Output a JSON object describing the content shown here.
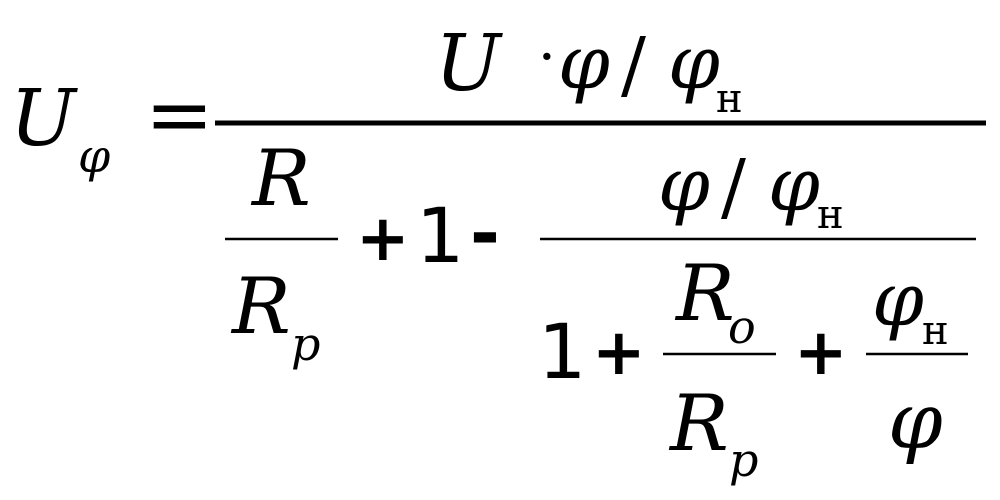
{
  "formula": {
    "lhs": {
      "symbol": "U",
      "subscript": "φ",
      "equals": "="
    },
    "numerator": {
      "U": "U",
      "dot": "·",
      "phi": "φ",
      "slash": "/",
      "phi_n": "φ",
      "phi_n_sub": "н"
    },
    "denominator": {
      "frac1": {
        "num": "R",
        "den": "R",
        "den_sub": "p"
      },
      "plus1": "+",
      "one1": "1",
      "minus": "-",
      "big_frac": {
        "num": {
          "phi": "φ",
          "slash": "/",
          "phi_n": "φ",
          "phi_n_sub": "н"
        },
        "den": {
          "one": "1",
          "plus_a": "+",
          "frac_ro": {
            "num": "R",
            "num_sub": "o",
            "den": "R",
            "den_sub": "p"
          },
          "plus_b": "+",
          "frac_phi": {
            "num": "φ",
            "num_sub": "н",
            "den": "φ"
          }
        }
      }
    }
  }
}
